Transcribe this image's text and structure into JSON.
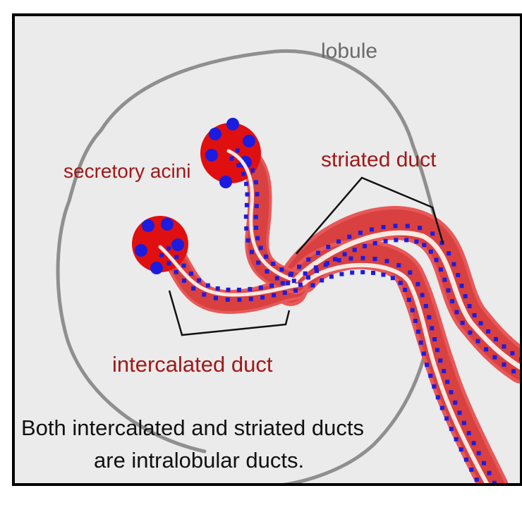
{
  "diagram": {
    "labels": {
      "lobule": "lobule",
      "secretory_acini": "secretory acini",
      "striated_duct": "striated duct",
      "intercalated_duct": "intercalated duct",
      "caption_line1": "Both intercalated and striated ducts",
      "caption_line2": "are intralobular ducts."
    },
    "colors": {
      "background": "#ebebeb",
      "frame": "#000000",
      "lobule_outline": "#8f8f8f",
      "label_red": "#a01818",
      "label_gray": "#6a6a6a",
      "caption": "#111111",
      "acinus_fill": "#e01010",
      "nucleus": "#1c1ce0",
      "duct_outer": "#e85858",
      "duct_wall": "#d94040",
      "lumen": "#fbe8e0",
      "leader_line": "#111111"
    }
  }
}
